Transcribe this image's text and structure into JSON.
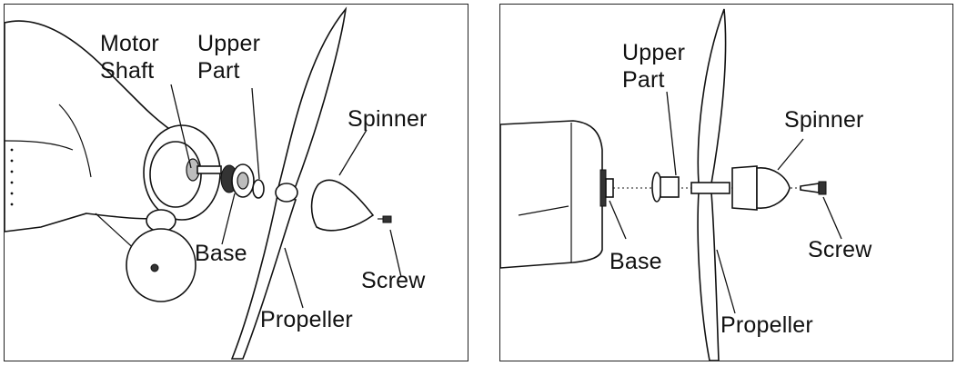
{
  "left_panel": {
    "labels": {
      "motor_shaft": [
        "Motor",
        "Shaft"
      ],
      "upper_part": [
        "Upper",
        "Part"
      ],
      "spinner": "Spinner",
      "base": "Base",
      "screw": "Screw",
      "propeller": "Propeller"
    }
  },
  "right_panel": {
    "labels": {
      "upper_part": [
        "Upper",
        "Part"
      ],
      "spinner": "Spinner",
      "base": "Base",
      "screw": "Screw",
      "propeller": "Propeller"
    }
  }
}
